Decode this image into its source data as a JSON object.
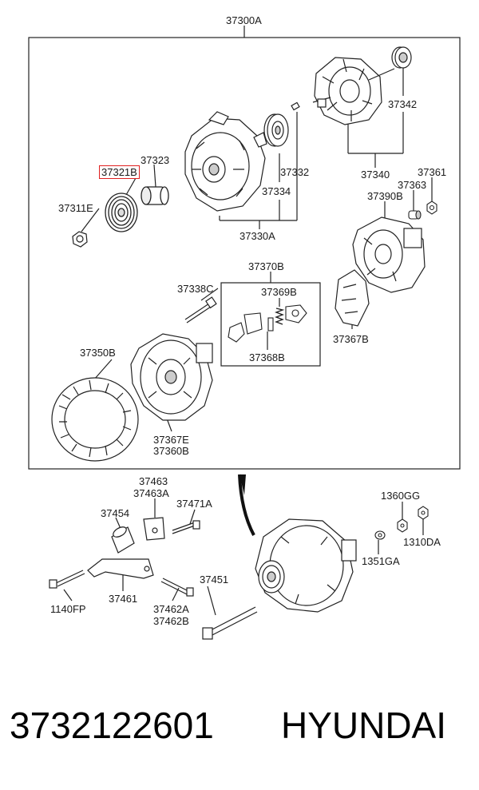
{
  "highlight_color": "#e02020",
  "labels": {
    "assembly": "37300A",
    "pulley": "37321B",
    "spacer": "37323",
    "nut": "37311E",
    "front_housing_assy": "37330A",
    "bearing_front": "37334",
    "bolt_small": "37332",
    "rotor_assy": "37340",
    "rotor_bearing": "37342",
    "nut_b": "37361",
    "bush": "37363",
    "rear_cover": "37390B",
    "rectifier": "37367B",
    "brush_holder_assy": "37370B",
    "brush_spring": "37369B",
    "brush": "37368B",
    "through_bolt": "37338C",
    "stator": "37350B",
    "rear_bracket_a": "37367E",
    "rear_bracket_b": "37360B",
    "bracket_top": "37463",
    "bracket_top_a": "37463A",
    "bolt_a": "37471A",
    "sleeve": "37454",
    "adjust_bracket": "37461",
    "bolt_1140": "1140FP",
    "bolt_b": "37462A",
    "bolt_c": "37462B",
    "long_bolt": "37451",
    "nut_gg": "1360GG",
    "nut_da": "1310DA",
    "washer_ga": "1351GA"
  },
  "caption": {
    "part_number": "3732122601",
    "brand": "HYUNDAI"
  }
}
